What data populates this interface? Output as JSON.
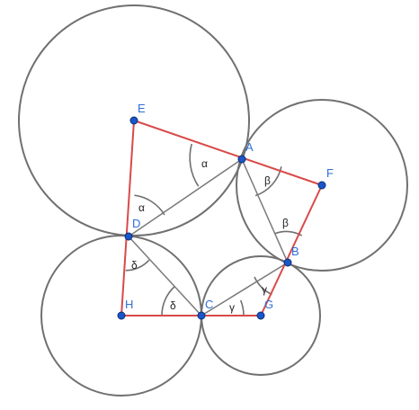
{
  "colors": {
    "circle": "#707070",
    "segment": "#d94a4a",
    "chord": "#7a7a7a",
    "arc": "#707070",
    "point_fill": "#1a56c8",
    "point_stroke": "#0a2e78",
    "label": "#2f6fd6"
  },
  "points": {
    "E": "E",
    "F": "F",
    "A": "A",
    "B": "B",
    "C": "C",
    "D": "D",
    "G": "G",
    "H": "H"
  },
  "angles": {
    "alpha_at_A": "α",
    "alpha_at_D": "α",
    "beta_at_A": "β",
    "beta_at_B": "β",
    "gamma_at_C": "γ",
    "gamma_at_B": "γ",
    "delta_at_D": "δ",
    "delta_at_C": "δ"
  }
}
